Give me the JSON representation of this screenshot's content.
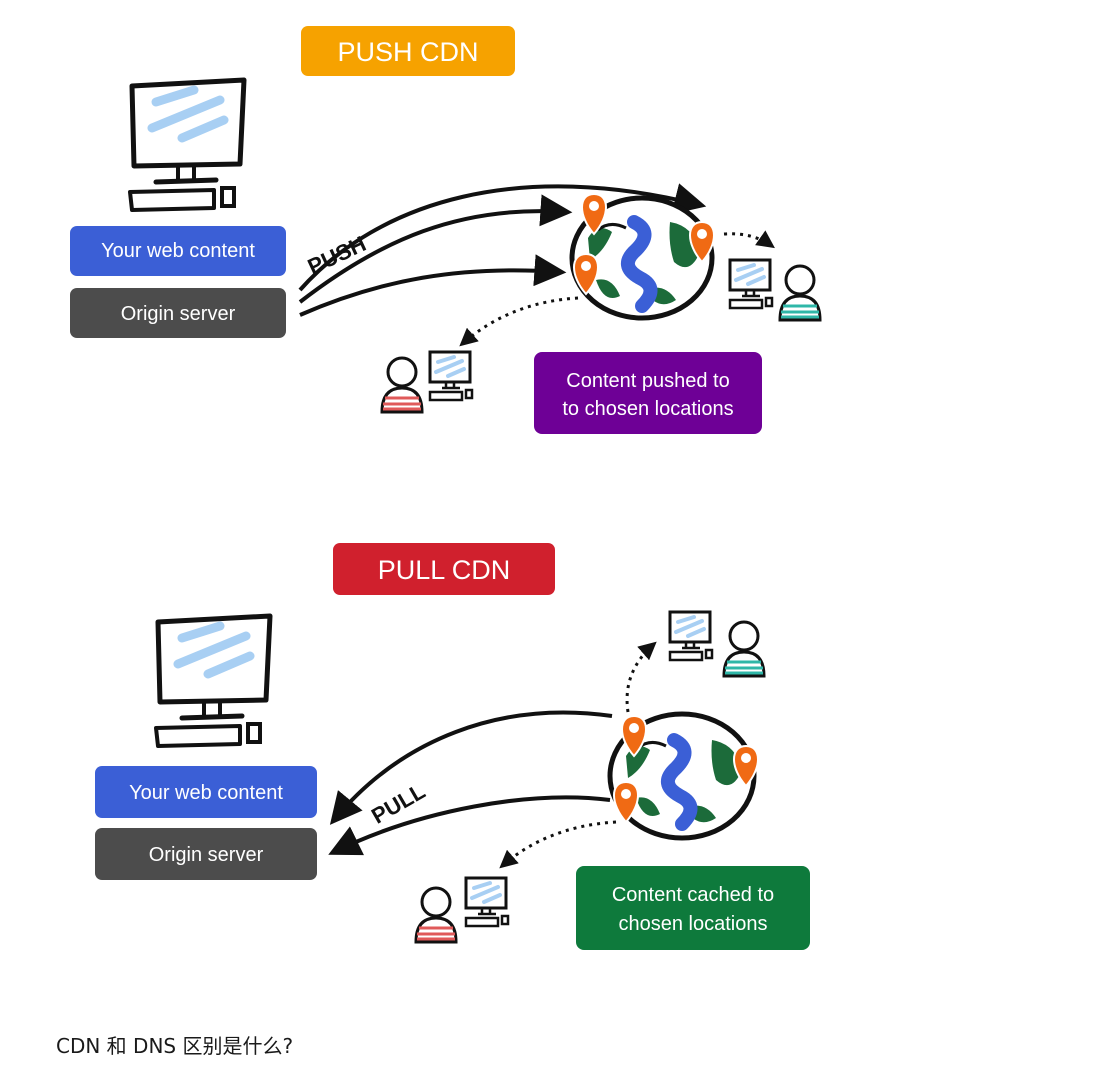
{
  "push": {
    "title": "PUSH CDN",
    "web_content_label": "Your web content",
    "origin_label": "Origin server",
    "arrow_label": "PUSH",
    "note": [
      "Content pushed to",
      "to chosen locations"
    ]
  },
  "pull": {
    "title": "PULL CDN",
    "web_content_label": "Your web content",
    "origin_label": "Origin server",
    "arrow_label": "PULL",
    "note": [
      "Content cached to",
      "chosen locations"
    ]
  },
  "colors": {
    "push_title": "#f6a200",
    "pull_title": "#d0202d",
    "web_content": "#3b5fd6",
    "origin": "#4c4c4c",
    "push_note": "#6e0096",
    "pull_note": "#0e7a3c",
    "pin": "#f06a14",
    "ocean": "#3b5fd6",
    "land": "#1c6b3a",
    "screen": "#a8cff3",
    "shirt_red": "#e05a5a",
    "shirt_teal": "#2fb7a8"
  },
  "question": "CDN 和 DNS 区别是什么?"
}
